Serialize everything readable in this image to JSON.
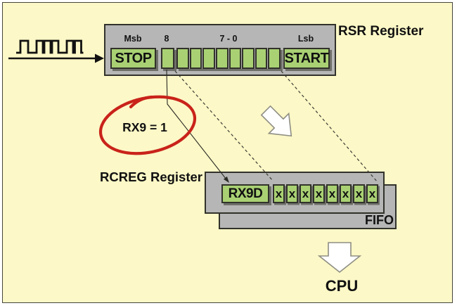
{
  "rsr": {
    "title": "RSR Register",
    "bit_labels": {
      "msb": "Msb",
      "bit8": "8",
      "data_range": "7 - 0",
      "lsb": "Lsb"
    },
    "stop": "STOP",
    "start": "START"
  },
  "annotation": {
    "text": "RX9 = 1"
  },
  "rcreg": {
    "title": "RCREG Register",
    "rx9d": "RX9D",
    "data_bits": [
      "x",
      "x",
      "x",
      "x",
      "x",
      "x",
      "x",
      "x"
    ],
    "fifo": "FIFO"
  },
  "cpu": {
    "label": "CPU"
  },
  "icons": {
    "serial_waveform": "square-pulse-train",
    "input_arrow": "right-arrow",
    "flow_arrow": "down-right-block-arrow",
    "cpu_arrow": "down-block-arrow"
  },
  "colors": {
    "background": "#FCF8C7",
    "register_gray": "#B6B6B6",
    "cell_green": "#A9D173",
    "outline": "#32322B",
    "annotation_red": "#C9231A"
  }
}
